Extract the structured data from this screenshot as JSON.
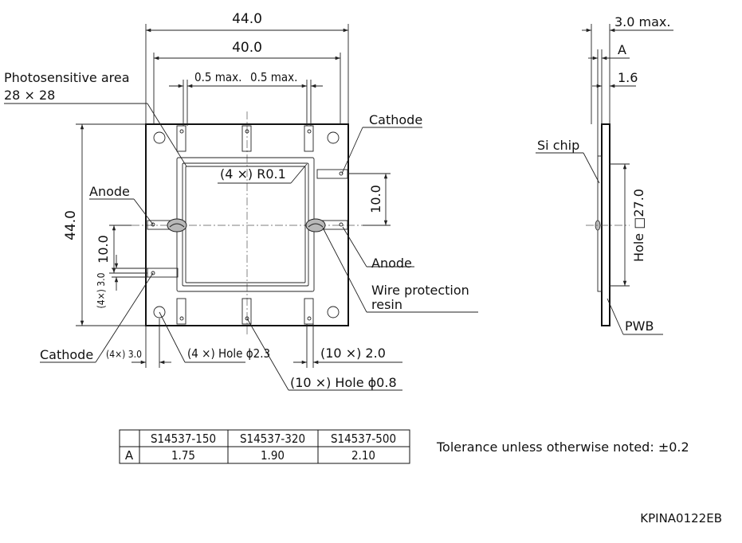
{
  "dims": {
    "width_total": "44.0",
    "width_inner": "40.0",
    "gap_left": "0.5 max.",
    "gap_right": "0.5 max.",
    "height_total": "44.0",
    "pad_spacing_left": "10.0",
    "pad_spacing_right": "10.0",
    "pad_width_v": "(4×) 3.0",
    "pad_width_h": "(4×) 3.0",
    "corner_hole": "(4 ×) Hole ϕ2.3",
    "pad_pitch": "(10 ×) 2.0",
    "small_hole": "(10 ×) Hole ϕ0.8",
    "corner_radius": "(4 ×) R0.1",
    "side_max": "3.0 max.",
    "side_a": "A",
    "side_pwb": "1.6",
    "side_hole": "Hole □27.0"
  },
  "labels": {
    "photosensitive_line1": "Photosensitive area",
    "photosensitive_line2": "28 × 28",
    "cathode_top": "Cathode",
    "anode_left": "Anode",
    "anode_right": "Anode",
    "wire_line1": "Wire protection",
    "wire_line2": "resin",
    "cathode_bottom": "Cathode",
    "si_chip": "Si chip",
    "pwb": "PWB"
  },
  "table": {
    "headers": [
      "",
      "S14537-150",
      "S14537-320",
      "S14537-500"
    ],
    "rows": [
      [
        "A",
        "1.75",
        "1.90",
        "2.10"
      ]
    ]
  },
  "tolerance": "Tolerance unless otherwise noted: ±0.2",
  "doc_code": "KPINA0122EB"
}
